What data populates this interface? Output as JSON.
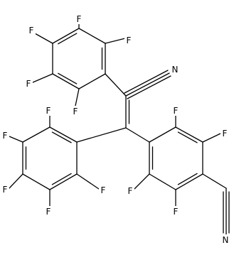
{
  "structure": {
    "atom_labels": {
      "f1": "F",
      "f2": "F",
      "f3": "F",
      "f4": "F",
      "f5": "F",
      "n1": "N",
      "f6": "F",
      "f7": "F",
      "f8": "F",
      "f9": "F",
      "f10": "F",
      "f11": "F",
      "f12": "F",
      "f13": "F",
      "f14": "F",
      "n2": "N"
    },
    "colors": {
      "bond": "#000000",
      "label": "#000000",
      "background": "#ffffff"
    }
  }
}
